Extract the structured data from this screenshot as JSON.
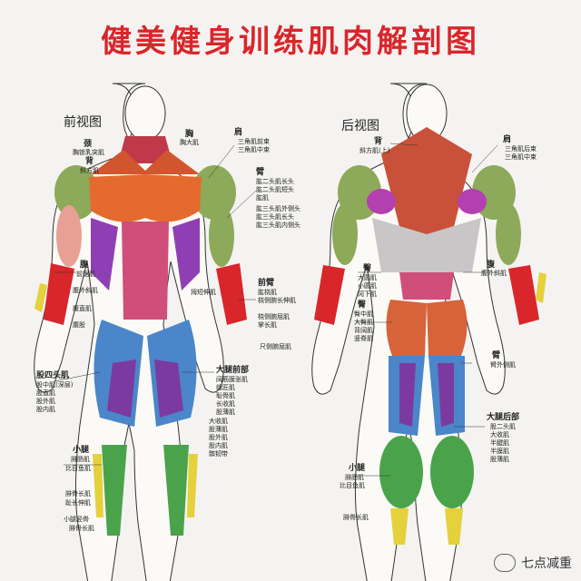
{
  "title": "健美健身训练肌肉解剖图",
  "front": {
    "view_label": "前视图",
    "labels": [
      {
        "id": "jing",
        "text": "颈",
        "h": true
      },
      {
        "id": "xiongsuo",
        "text": "胸锁乳突肌"
      },
      {
        "id": "bei1",
        "text": "背",
        "h": true
      },
      {
        "id": "xiefang1",
        "text": "斜方肌"
      },
      {
        "id": "xiong",
        "text": "胸",
        "h": true
      },
      {
        "id": "xiongda",
        "text": "胸大肌"
      },
      {
        "id": "jian",
        "text": "肩",
        "h": true
      },
      {
        "id": "sanjiaoqian",
        "text": "三角肌前束"
      },
      {
        "id": "sanjiaozhong",
        "text": "三角肌中束"
      },
      {
        "id": "bi",
        "text": "臂",
        "h": true
      },
      {
        "id": "erchang",
        "text": "肱二头肌长头"
      },
      {
        "id": "erduan",
        "text": "肱二头肌短头"
      },
      {
        "id": "gongji",
        "text": "肱肌"
      },
      {
        "id": "sancebian",
        "text": "肱三头肌外侧头"
      },
      {
        "id": "sanchang",
        "text": "肱三头肌长头"
      },
      {
        "id": "sanneice",
        "text": "肱三头肌内侧头"
      },
      {
        "id": "fu",
        "text": "腹",
        "h": true
      },
      {
        "id": "qianju",
        "text": "前锯肌"
      },
      {
        "id": "fuwaixie",
        "text": "腹外斜肌"
      },
      {
        "id": "fuzhi",
        "text": "腹直肌"
      },
      {
        "id": "fuyi",
        "text": "腹股"
      },
      {
        "id": "qianbi",
        "text": "前臂",
        "h": true
      },
      {
        "id": "gongnao",
        "text": "肱桡肌"
      },
      {
        "id": "naocewan",
        "text": "桡侧腕长伸肌"
      },
      {
        "id": "naocewanqu",
        "text": "桡侧腕屈肌"
      },
      {
        "id": "zhangchang",
        "text": "掌长肌"
      },
      {
        "id": "muzhi",
        "text": "拇短伸肌"
      },
      {
        "id": "chicewan",
        "text": "尺侧腕屈肌"
      },
      {
        "id": "gusi",
        "text": "股四头肌",
        "h": true
      },
      {
        "id": "guzhong",
        "text": "股中肌(深层)"
      },
      {
        "id": "guzhi",
        "text": "股直肌"
      },
      {
        "id": "guwai",
        "text": "股外肌"
      },
      {
        "id": "gunei",
        "text": "股内肌"
      },
      {
        "id": "datuiqian",
        "text": "大腿前部",
        "h": true
      },
      {
        "id": "kuoyao",
        "text": "阔筋膜张肌"
      },
      {
        "id": "fengren",
        "text": "缝匠肌"
      },
      {
        "id": "chishou",
        "text": "耻骨肌"
      },
      {
        "id": "changshou",
        "text": "长收肌"
      },
      {
        "id": "boji",
        "text": "股薄肌"
      },
      {
        "id": "dashou",
        "text": "大收肌"
      },
      {
        "id": "gubo",
        "text": "股薄肌"
      },
      {
        "id": "gujing",
        "text": "股外肌"
      },
      {
        "id": "guneiji",
        "text": "股内肌"
      },
      {
        "id": "binggu",
        "text": "髌韧带"
      },
      {
        "id": "xiaotui",
        "text": "小腿",
        "h": true
      },
      {
        "id": "feichang",
        "text": "腓肠肌"
      },
      {
        "id": "bimu",
        "text": "比目鱼肌"
      },
      {
        "id": "feigu",
        "text": "腓骨长肌"
      },
      {
        "id": "zhichang",
        "text": "趾长伸肌"
      },
      {
        "id": "jingqian",
        "text": "小腿胫骨"
      },
      {
        "id": "feiguchang",
        "text": "腓骨长肌"
      }
    ]
  },
  "back": {
    "view_label": "后视图",
    "labels": [
      {
        "id": "b_bei",
        "text": "背",
        "h": true
      },
      {
        "id": "b_xiefang",
        "text": "斜方肌(上)"
      },
      {
        "id": "b_jian",
        "text": "肩",
        "h": true
      },
      {
        "id": "b_sanhou",
        "text": "三角肌后束"
      },
      {
        "id": "b_sanzhong",
        "text": "三角肌中束"
      },
      {
        "id": "b_tun",
        "text": "臀",
        "h": true
      },
      {
        "id": "b_tunda",
        "text": "大圆肌"
      },
      {
        "id": "b_xiaoyuan",
        "text": "小圆肌"
      },
      {
        "id": "b_gangxia",
        "text": "冈下肌"
      },
      {
        "id": "b_fu",
        "text": "腹",
        "h": true
      },
      {
        "id": "b_fuwaixie",
        "text": "腹外斜肌"
      },
      {
        "id": "b_tun2",
        "text": "臀",
        "h": true
      },
      {
        "id": "b_tunzhong",
        "text": "臀中肌"
      },
      {
        "id": "b_tundaji",
        "text": "大臀肌"
      },
      {
        "id": "b_beikuo",
        "text": "背阔肌"
      },
      {
        "id": "b_jizhu",
        "text": "竖脊肌"
      },
      {
        "id": "b_bi",
        "text": "臂",
        "h": true
      },
      {
        "id": "b_bishou",
        "text": "臂外侧肌"
      },
      {
        "id": "b_datuihou",
        "text": "大腿后部",
        "h": true
      },
      {
        "id": "b_guerhou",
        "text": "股二头肌"
      },
      {
        "id": "b_shouji",
        "text": "大收肌"
      },
      {
        "id": "b_banjian",
        "text": "半腱肌"
      },
      {
        "id": "b_banmo",
        "text": "半膜肌"
      },
      {
        "id": "b_gubo",
        "text": "股薄肌"
      },
      {
        "id": "b_xiaotui",
        "text": "小腿",
        "h": true
      },
      {
        "id": "b_feichang",
        "text": "腓肠肌"
      },
      {
        "id": "b_bimu",
        "text": "比目鱼肌"
      },
      {
        "id": "b_feigu",
        "text": "腓骨长肌"
      }
    ]
  },
  "watermark": "七点减重"
}
